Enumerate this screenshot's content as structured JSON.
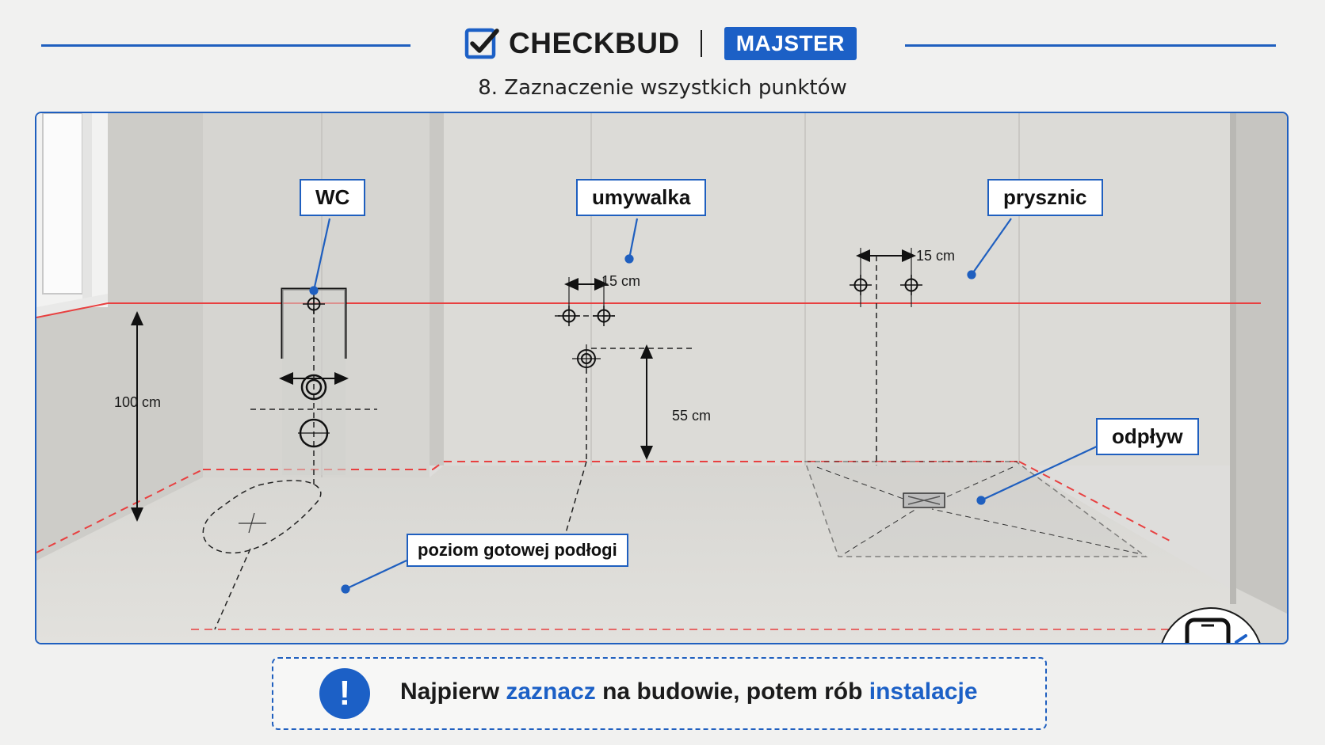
{
  "header": {
    "brand": "CHECKBUD",
    "badge": "MAJSTER",
    "subtitle": "8. Zaznaczenie wszystkich punktów",
    "brand_icon": "checkbox-check-icon"
  },
  "scene": {
    "labels": {
      "wc": "WC",
      "umywalka": "umywalka",
      "prysznic": "prysznic",
      "odplyw": "odpływ",
      "poziom": "poziom gotowej podłogi"
    },
    "dimensions": {
      "height_100": "100 cm",
      "sink_spacing": "15 cm",
      "shower_spacing": "15 cm",
      "drain_height": "55 cm"
    },
    "photo_icon": "phone-camera-icon"
  },
  "note": {
    "part1": "Najpierw ",
    "highlight1": "zaznacz",
    "part2": " na budowie, potem rób ",
    "highlight2": "instalacje",
    "icon": "exclamation-icon"
  },
  "colors": {
    "accent": "#1c60c6",
    "laser": "#e84040",
    "background": "#f1f1f0"
  }
}
